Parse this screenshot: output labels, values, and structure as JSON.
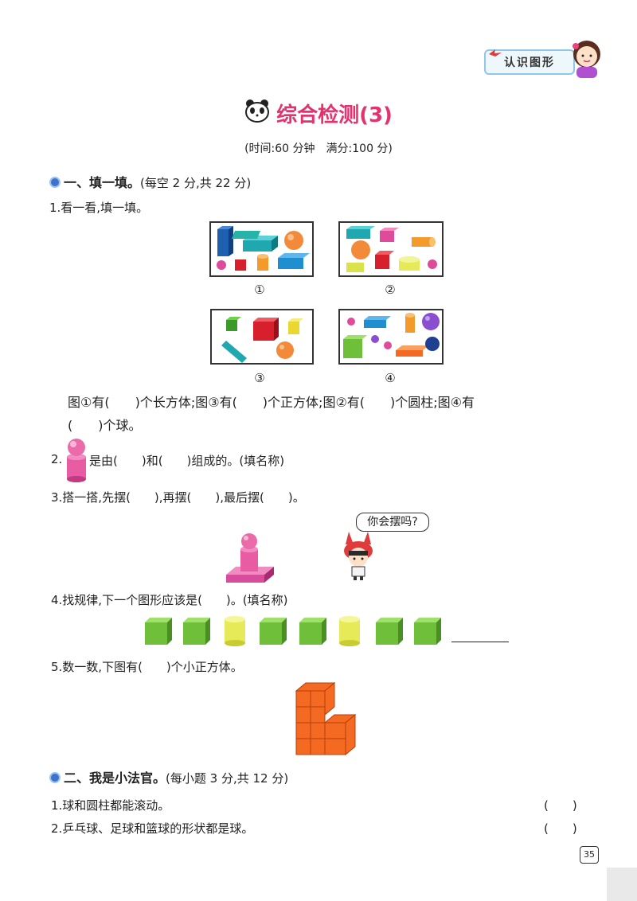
{
  "header": {
    "tag_label": "认识图形"
  },
  "title": "综合检测(3)",
  "subtitle": "(时间:60 分钟　满分:100 分)",
  "section1": {
    "heading": "一、填一填。",
    "note": "(每空 2 分,共 22 分)",
    "q1": {
      "prompt": "1.看一看,填一填。",
      "labels": [
        "①",
        "②",
        "③",
        "④"
      ],
      "line1": "图①有(　　)个长方体;图③有(　　)个正方体;图②有(　　)个圆柱;图④有",
      "line2": "(　　)个球。"
    },
    "q2": {
      "prefix": "2.",
      "text": "是由(　　)和(　　)组成的。(填名称)"
    },
    "q3": {
      "text": "3.搭一搭,先摆(　　),再摆(　　),最后摆(　　)。",
      "speech": "你会摆吗?"
    },
    "q4": {
      "text": "4.找规律,下一个图形应该是(　　)。(填名称)"
    },
    "q5": {
      "text": "5.数一数,下图有(　　)个小正方体。"
    }
  },
  "section2": {
    "heading": "二、我是小法官。",
    "note": "(每小题 3 分,共 12 分)",
    "items": [
      {
        "text": "1.球和圆柱都能滚动。",
        "answer": "(　　)"
      },
      {
        "text": "2.乒乓球、足球和篮球的形状都是球。",
        "answer": "(　　)"
      }
    ]
  },
  "page_number": "35",
  "colors": {
    "title": "#e4326e",
    "bullet": "#3f73c9",
    "cube_green": "#6fbf3a",
    "cylinder_yellow": "#e6ea58",
    "cube_orange": "#f46a22"
  }
}
